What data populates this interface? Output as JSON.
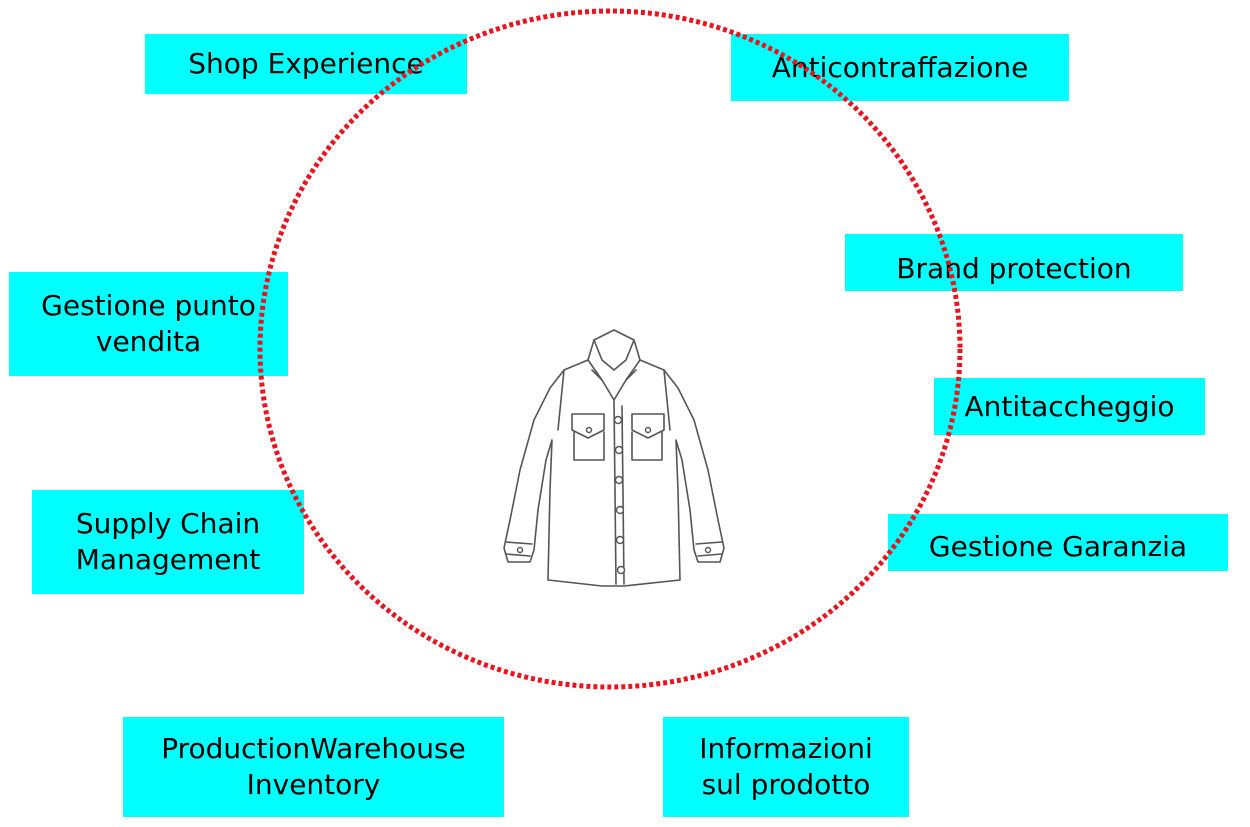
{
  "diagram": {
    "colors": {
      "box_fill": "#00FFFF",
      "circle_stroke": "#E8141E",
      "text": "#000000",
      "background": "#FFFFFF"
    },
    "center_image": "shirt-icon",
    "labels": {
      "shop_experience": "Shop Experience",
      "anticontraffazione": "Anticontraffazione",
      "brand_protection": "Brand protection",
      "antitaccheggio": "Antitaccheggio",
      "gestione_garanzia": "Gestione Garanzia",
      "informazioni_prodotto": "Informazioni\nsul prodotto",
      "production_warehouse": "ProductionWarehouse\nInventory",
      "supply_chain": "Supply Chain\nManagement",
      "gestione_punto_vendita": "Gestione punto\nvendita"
    }
  }
}
